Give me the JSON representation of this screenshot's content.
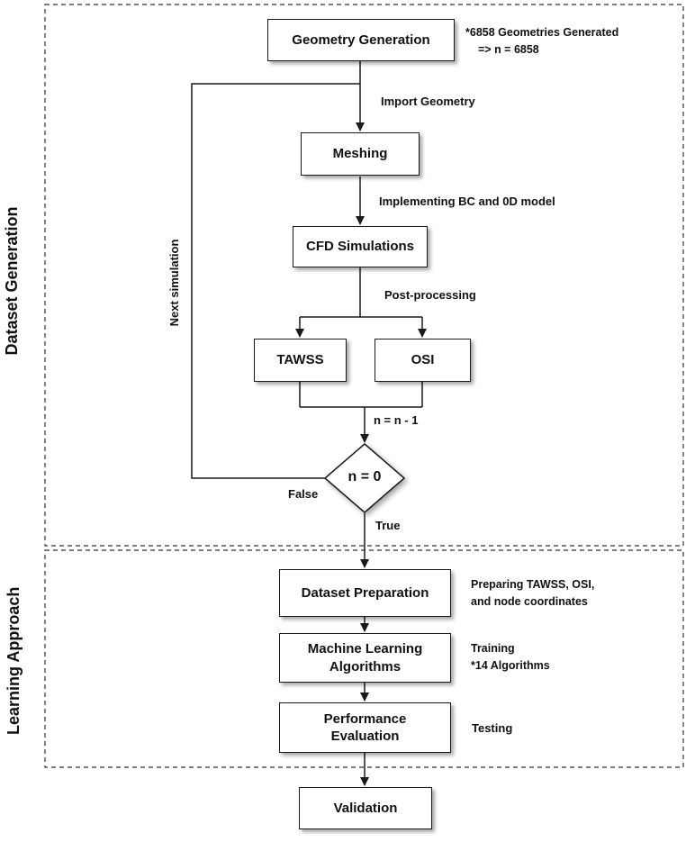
{
  "sections": {
    "dataset_generation": "Dataset Generation",
    "learning_approach": "Learning Approach"
  },
  "nodes": {
    "geometry_generation": "Geometry Generation",
    "meshing": "Meshing",
    "cfd_simulations": "CFD Simulations",
    "tawss": "TAWSS",
    "osi": "OSI",
    "decision": "n = 0",
    "dataset_preparation": "Dataset Preparation",
    "ml_algorithms_line1": "Machine Learning",
    "ml_algorithms_line2": "Algorithms",
    "performance_line1": "Performance",
    "performance_line2": "Evaluation",
    "validation": "Validation"
  },
  "annotations": {
    "geometries_note_line1": "*6858 Geometries Generated",
    "geometries_note_line2": "=>  n = 6858",
    "import_geometry": "Import Geometry",
    "implementing_bc": "Implementing BC and 0D model",
    "post_processing": "Post-processing",
    "decrement": "n = n - 1",
    "false_label": "False",
    "true_label": "True",
    "next_simulation": "Next simulation",
    "preparing_line1": "Preparing TAWSS, OSI,",
    "preparing_line2": "and node coordinates",
    "training": "Training",
    "algorithms_count": "*14 Algorithms",
    "testing": "Testing"
  },
  "colors": {
    "line": "#1a1a1a",
    "background": "#ffffff"
  }
}
